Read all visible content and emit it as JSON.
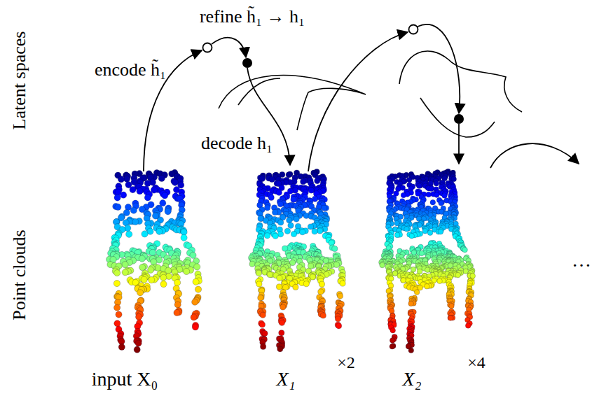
{
  "diagram": {
    "labels": [
      "Latent spaces",
      "Point clouds",
      "encode h̃₁",
      "refine h̃₁ → h₁",
      "decode h₁",
      "input X₀",
      "X₁",
      "X₂",
      "×2",
      "×4",
      "…"
    ]
  }
}
